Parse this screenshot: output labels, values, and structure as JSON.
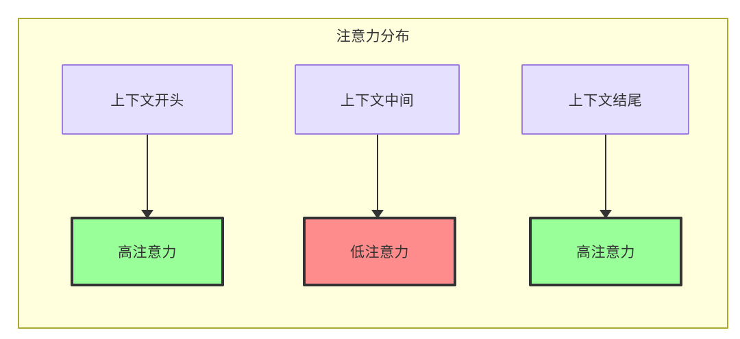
{
  "diagram": {
    "title": "注意力分布",
    "container": {
      "fill": "#ffffdd",
      "stroke": "#aaaa33"
    },
    "colors": {
      "source_fill": "#e6e0ff",
      "source_stroke": "#9e7ce0",
      "high_fill": "#99ff99",
      "low_fill": "#ff8c8c",
      "node_stroke": "#333333",
      "text": "#333333",
      "edge": "#333333"
    },
    "nodes": {
      "sources": [
        {
          "id": "context-start",
          "label": "上下文开头"
        },
        {
          "id": "context-middle",
          "label": "上下文中间"
        },
        {
          "id": "context-end",
          "label": "上下文结尾"
        }
      ],
      "results": [
        {
          "id": "high-attention-start",
          "label": "高注意力",
          "level": "high"
        },
        {
          "id": "low-attention-middle",
          "label": "低注意力",
          "level": "low"
        },
        {
          "id": "high-attention-end",
          "label": "高注意力",
          "level": "high"
        }
      ]
    },
    "edges": [
      {
        "from": "context-start",
        "to": "high-attention-start",
        "arrow": "down-arrow"
      },
      {
        "from": "context-middle",
        "to": "low-attention-middle",
        "arrow": "down-arrow"
      },
      {
        "from": "context-end",
        "to": "high-attention-end",
        "arrow": "down-arrow"
      }
    ]
  }
}
